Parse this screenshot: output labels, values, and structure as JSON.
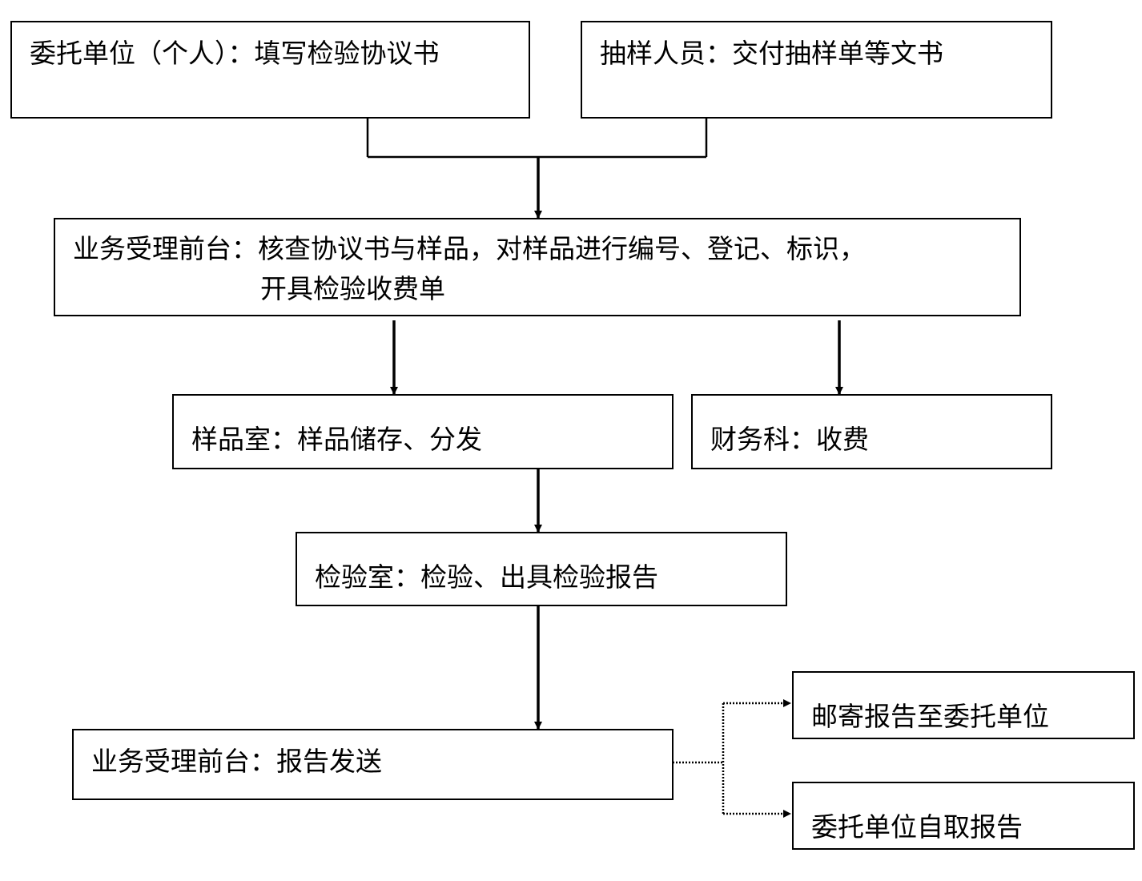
{
  "nodes": {
    "client": {
      "text": "委托单位（个人）：填写检验协议书"
    },
    "sampler": {
      "text": "抽样人员：交付抽样单等文书"
    },
    "front_desk_intake": {
      "line1": "业务受理前台：核查协议书与样品，对样品进行编号、登记、标识，",
      "line2": "开具检验收费单"
    },
    "sample_room": {
      "text": "样品室：样品储存、分发"
    },
    "finance": {
      "text": "财务科：收费"
    },
    "inspection_room": {
      "text": "检验室：检验、出具检验报告"
    },
    "front_desk_dispatch": {
      "text": "业务受理前台：报告发送"
    },
    "mail_report": {
      "text": "邮寄报告至委托单位"
    },
    "self_pickup": {
      "text": "委托单位自取报告"
    }
  },
  "colors": {
    "stroke": "#000000",
    "background": "#ffffff"
  }
}
